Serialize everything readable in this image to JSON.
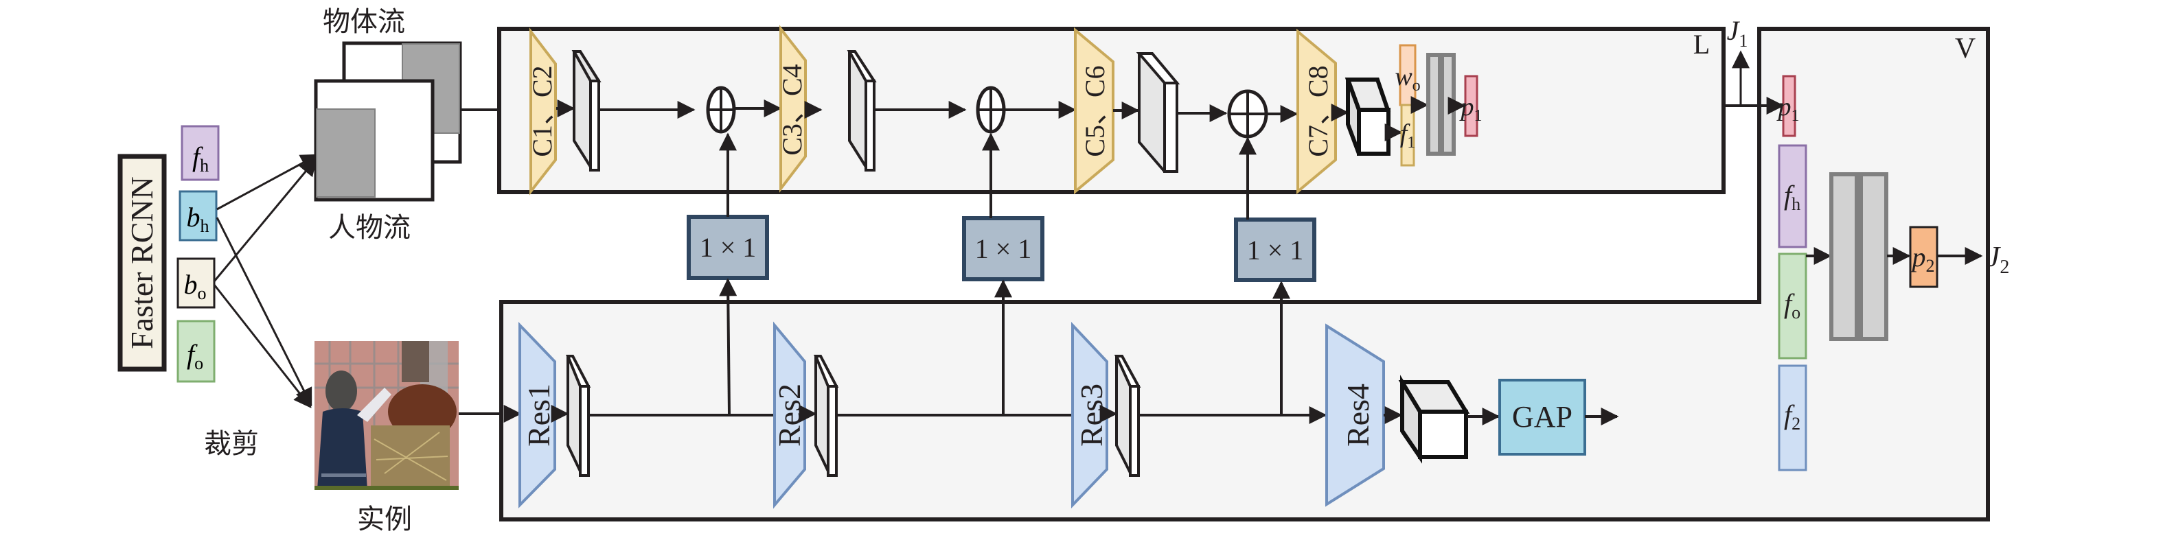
{
  "figure": {
    "type": "network-architecture-diagram",
    "detector": {
      "label": "Faster RCNN"
    },
    "detector_outputs": [
      {
        "id": "fh",
        "base": "f",
        "sub": "h",
        "color": "#d9c9e5",
        "border": "#8a6fa6"
      },
      {
        "id": "bh",
        "base": "b",
        "sub": "h",
        "color": "#a6d8e8",
        "border": "#3b6e92"
      },
      {
        "id": "bo",
        "base": "b",
        "sub": "o",
        "color": "#f5f1e4",
        "border": "#231f20"
      },
      {
        "id": "fo",
        "base": "f",
        "sub": "o",
        "color": "#cce5c8",
        "border": "#7fae6f"
      }
    ],
    "streams": {
      "object_stream_label": "物体流",
      "human_stream_label": "人物流",
      "crop_label": "裁剪",
      "instance_label": "实例"
    },
    "branch_L": {
      "label": "L",
      "conv_blocks": [
        "C1、C2",
        "C3、C4",
        "C5、C6",
        "C7、C8"
      ],
      "weight": {
        "base": "w",
        "sub": "o",
        "color": "#fcd9bf",
        "border": "#d9954a"
      },
      "feature": {
        "base": "f",
        "sub": "1",
        "color": "#f9e6b8",
        "border": "#c9a95a"
      },
      "prediction": {
        "base": "p",
        "sub": "1",
        "color": "#f3b7c1",
        "border": "#a8404f"
      },
      "loss": {
        "base": "J",
        "sub": "1"
      }
    },
    "lateral_convs": [
      "1 × 1",
      "1 × 1",
      "1 × 1"
    ],
    "branch_V": {
      "label": "V",
      "inputs": [
        {
          "base": "p",
          "sub": "1",
          "color": "#f3b7c1",
          "border": "#a8404f"
        },
        {
          "base": "f",
          "sub": "h",
          "color": "#d9c9e5",
          "border": "#8a6fa6"
        },
        {
          "base": "f",
          "sub": "o",
          "color": "#cce5c8",
          "border": "#7fae6f"
        },
        {
          "base": "f",
          "sub": "2",
          "color": "#cfdff4",
          "border": "#6f8fbd"
        }
      ],
      "prediction": {
        "base": "p",
        "sub": "2",
        "color": "#f7b888",
        "border": "#231f20"
      },
      "loss": {
        "base": "J",
        "sub": "2"
      }
    },
    "backbone": {
      "res_blocks": [
        "Res1",
        "Res2",
        "Res3",
        "Res4"
      ],
      "pool_label": "GAP",
      "pool_color": "#a6d8e8"
    }
  }
}
